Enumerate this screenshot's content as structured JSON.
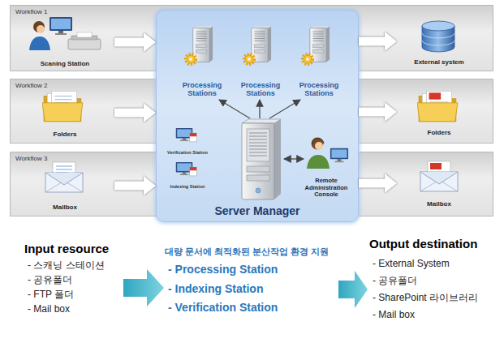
{
  "diagram": {
    "nodes": [
      {
        "text": [
          "Workflow 1"
        ]
      },
      {
        "text": [
          "Scaning Station"
        ],
        "in": 0
      },
      {
        "text": [
          "External system"
        ],
        "in": 0
      },
      {
        "text": [
          "Workflow 2"
        ]
      },
      {
        "text": [
          "Folders"
        ],
        "in": 3
      },
      {
        "text": [
          "Folders"
        ],
        "in": 3
      },
      {
        "text": [
          "Workflow 3"
        ]
      },
      {
        "text": [
          "Mailbox"
        ],
        "in": 6
      },
      {
        "text": [
          "Mailbox"
        ],
        "in": 6
      },
      {
        "text": [
          "Server Manager"
        ]
      },
      {
        "text": [
          "Processing Stations"
        ],
        "in": 9
      },
      {
        "text": [
          "Processing Stations"
        ],
        "in": 9
      },
      {
        "text": [
          "Processing Stations"
        ],
        "in": 9
      },
      {
        "text": [
          "Verification Station"
        ],
        "in": 9
      },
      {
        "text": [
          "Indexing Station"
        ],
        "in": 9
      },
      {
        "text": [
          "Remote Administration Console"
        ],
        "in": 9
      }
    ],
    "edges": [
      {
        "from": 1,
        "to": 9,
        "arrow": "to"
      },
      {
        "from": 9,
        "to": 2,
        "arrow": "to"
      },
      {
        "from": 4,
        "to": 9,
        "arrow": "to"
      },
      {
        "from": 9,
        "to": 5,
        "arrow": "to"
      },
      {
        "from": 7,
        "to": 9,
        "arrow": "to"
      },
      {
        "from": 9,
        "to": 8,
        "arrow": "to"
      }
    ],
    "labels": [
      "Input resource",
      "- 스캐닝 스테이션",
      "- 공유폴더",
      "- FTP 폴더",
      "- Mail box",
      "대량 문서에 최적화된 분산작업 환경 지원",
      "- Processing Station",
      "- Indexing Station",
      "- Verification Station",
      "Output destination",
      "- External System",
      "- 공유폴더",
      "- SharePoint 라이브러리",
      "- Mail box"
    ]
  }
}
